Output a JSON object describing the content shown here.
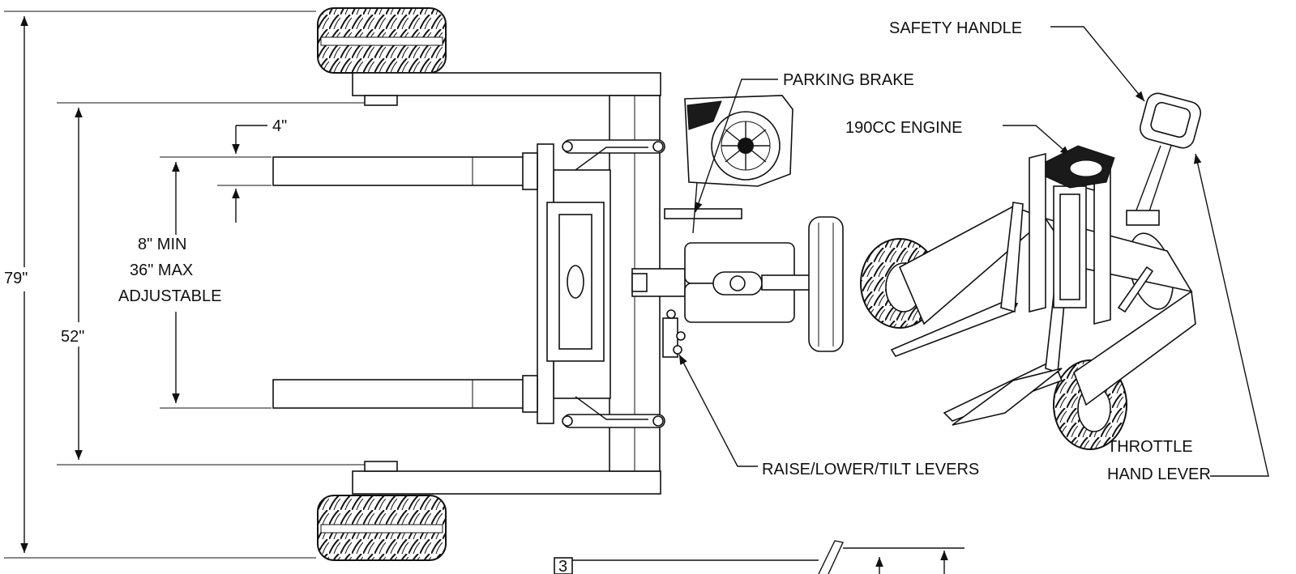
{
  "dimensions": {
    "overall_width": "79\"",
    "wheel_track": "52\"",
    "fork_width": "4\"",
    "fork_spacing_min": "8\" MIN",
    "fork_spacing_max": "36\" MAX",
    "fork_spacing_note": "ADJUSTABLE"
  },
  "callouts": {
    "parking_brake": "PARKING BRAKE",
    "engine": "190CC ENGINE",
    "safety_handle": "SAFETY HANDLE",
    "levers": "RAISE/LOWER/TILT LEVERS",
    "throttle_line1": "THROTTLE",
    "throttle_line2": "HAND LEVER"
  },
  "detail_marker": "3"
}
